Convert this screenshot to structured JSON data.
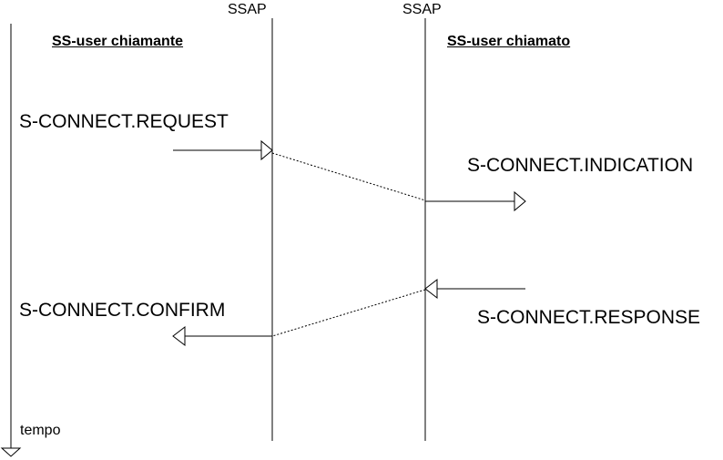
{
  "lifelines": {
    "ssap_left": "SSAP",
    "ssap_right": "SSAP"
  },
  "users": {
    "calling": "SS-user chiamante",
    "called": "SS-user chiamato"
  },
  "primitives": {
    "request": "S-CONNECT.REQUEST",
    "indication": "S-CONNECT.INDICATION",
    "response": "S-CONNECT.RESPONSE",
    "confirm": "S-CONNECT.CONFIRM"
  },
  "time_axis": {
    "label": "tempo"
  },
  "colors": {
    "line": "#000000",
    "background": "#ffffff"
  }
}
